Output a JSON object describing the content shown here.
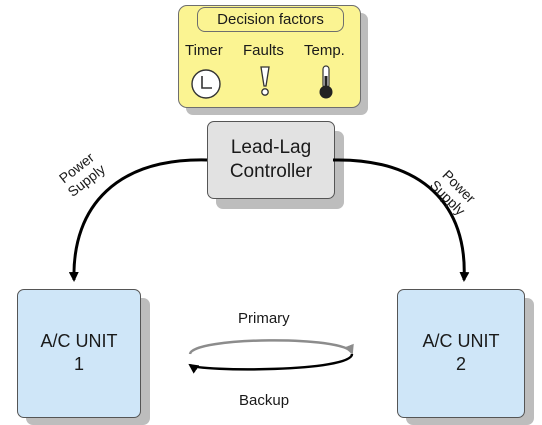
{
  "decision_factors": {
    "title": "Decision factors",
    "factors": [
      {
        "label": "Timer",
        "icon": "clock-icon"
      },
      {
        "label": "Faults",
        "icon": "exclamation-icon"
      },
      {
        "label": "Temp.",
        "icon": "thermometer-icon"
      }
    ]
  },
  "controller": {
    "line1": "Lead-Lag",
    "line2": "Controller"
  },
  "units": [
    {
      "line1": "A/C UNIT",
      "line2": "1"
    },
    {
      "line1": "A/C UNIT",
      "line2": "2"
    }
  ],
  "connections": {
    "left_supply": {
      "line1": "Power",
      "line2": "Supply"
    },
    "right_supply": {
      "line1": "Power",
      "line2": "Supply"
    },
    "primary_label": "Primary",
    "backup_label": "Backup"
  },
  "colors": {
    "factors_fill": "#fbf492",
    "controller_fill": "#e2e2e2",
    "unit_fill": "#cfe6f8",
    "primary_arrow": "#8c8c8c",
    "backup_arrow": "#000000"
  }
}
